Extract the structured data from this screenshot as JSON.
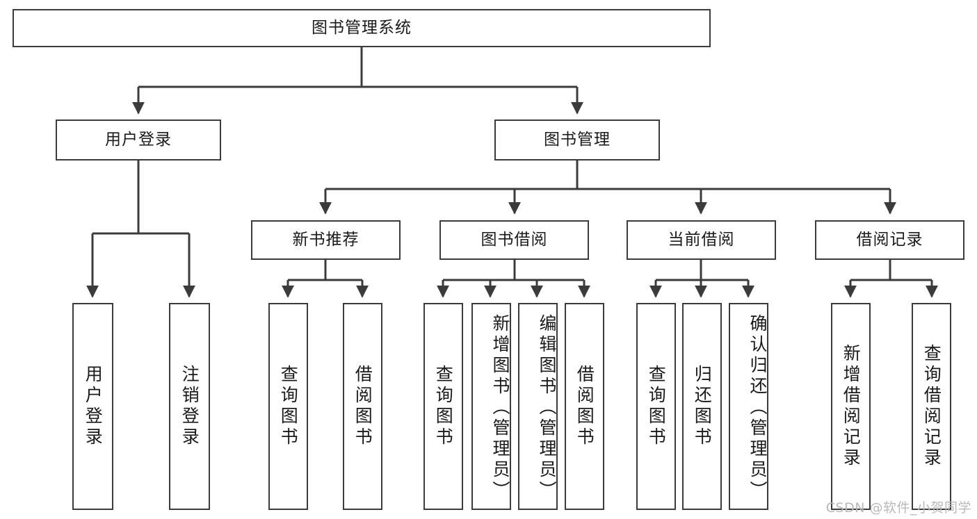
{
  "diagram": {
    "title": "图书管理系统",
    "type": "hierarchy-tree",
    "line_color": "#3b3b3b",
    "box_fill": "#ffffff",
    "text_color": "#1a1a1a",
    "root": {
      "id": "root",
      "label": "图书管理系统",
      "orientation": "horizontal"
    },
    "level2": [
      {
        "id": "user-login",
        "label": "用户登录",
        "orientation": "horizontal"
      },
      {
        "id": "book-manage",
        "label": "图书管理",
        "orientation": "horizontal"
      }
    ],
    "level3": [
      {
        "id": "new-book-recommend",
        "label": "新书推荐",
        "orientation": "horizontal",
        "parent": "book-manage"
      },
      {
        "id": "book-borrow",
        "label": "图书借阅",
        "orientation": "horizontal",
        "parent": "book-manage"
      },
      {
        "id": "current-borrow",
        "label": "当前借阅",
        "orientation": "horizontal",
        "parent": "book-manage"
      },
      {
        "id": "borrow-record",
        "label": "借阅记录",
        "orientation": "horizontal",
        "parent": "book-manage"
      }
    ],
    "leaves": [
      {
        "id": "leaf-user-login",
        "label": "用户登录",
        "parent": "user-login"
      },
      {
        "id": "leaf-user-logout",
        "label": "注销登录",
        "parent": "user-login"
      },
      {
        "id": "leaf-query-book-1",
        "label": "查询图书",
        "parent": "new-book-recommend"
      },
      {
        "id": "leaf-borrow-book-1",
        "label": "借阅图书",
        "parent": "new-book-recommend"
      },
      {
        "id": "leaf-query-book-2",
        "label": "查询图书",
        "parent": "book-borrow"
      },
      {
        "id": "leaf-add-book",
        "label": "新增图书（管理员）",
        "parent": "book-borrow"
      },
      {
        "id": "leaf-edit-book",
        "label": "编辑图书（管理员）",
        "parent": "book-borrow"
      },
      {
        "id": "leaf-borrow-book-2",
        "label": "借阅图书",
        "parent": "book-borrow"
      },
      {
        "id": "leaf-query-book-3",
        "label": "查询图书",
        "parent": "current-borrow"
      },
      {
        "id": "leaf-return-book",
        "label": "归还图书",
        "parent": "current-borrow"
      },
      {
        "id": "leaf-confirm-return",
        "label": "确认归还（管理员）",
        "parent": "current-borrow"
      },
      {
        "id": "leaf-add-record",
        "label": "新增借阅记录",
        "parent": "borrow-record"
      },
      {
        "id": "leaf-query-record",
        "label": "查询借阅记录",
        "parent": "borrow-record"
      }
    ]
  },
  "watermark": {
    "text": "CSDN @软件_小贺同学"
  }
}
